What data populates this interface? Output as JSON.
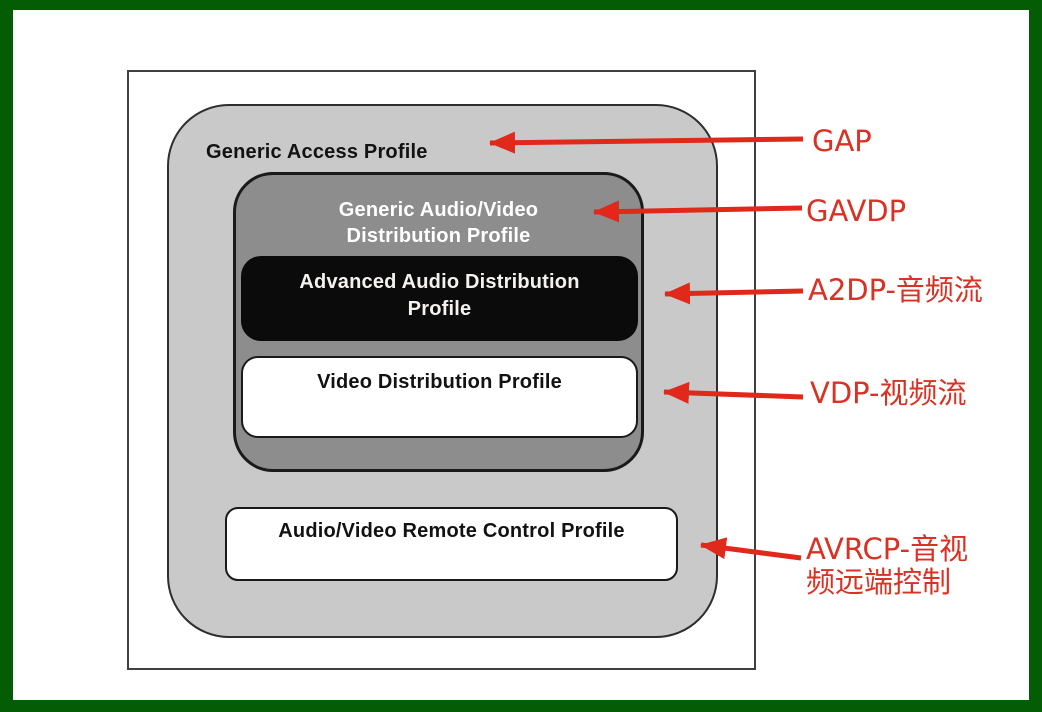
{
  "colors": {
    "frame_green": "#045c04",
    "arrow_red": "#e0281b",
    "label_red": "#d93123",
    "gap_gray": "#c9c9c9",
    "gavdp_gray": "#8d8d8d",
    "a2dp_black": "#0b0b0b",
    "box_white": "#ffffff"
  },
  "boxes": {
    "gap": {
      "label": "Generic Access Profile"
    },
    "gavdp": {
      "line1": "Generic Audio/Video",
      "line2": "Distribution Profile"
    },
    "a2dp": {
      "line1": "Advanced Audio Distribution",
      "line2": "Profile"
    },
    "vdp": {
      "label": "Video Distribution Profile"
    },
    "avrcp": {
      "label": "Audio/Video Remote Control Profile"
    }
  },
  "annotations": {
    "gap": {
      "label": "GAP",
      "target": "gap"
    },
    "gavdp": {
      "label": "GAVDP",
      "target": "gavdp"
    },
    "a2dp": {
      "label": "A2DP-音频流",
      "target": "a2dp"
    },
    "vdp": {
      "label": "VDP-视频流",
      "target": "vdp"
    },
    "avrcp": {
      "line1": "AVRCP-音视",
      "line2": "频远端控制",
      "target": "avrcp"
    }
  }
}
